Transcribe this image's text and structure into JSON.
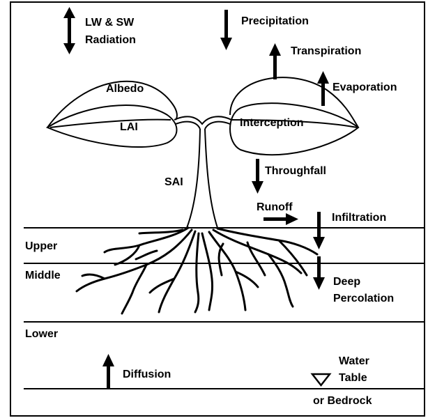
{
  "labels": {
    "radiation_line1": "LW & SW",
    "radiation_line2": "Radiation",
    "precipitation": "Precipitation",
    "transpiration": "Transpiration",
    "evaporation": "Evaporation",
    "albedo": "Albedo",
    "lai": "LAI",
    "interception": "Interception",
    "sai": "SAI",
    "throughfall": "Throughfall",
    "runoff": "Runoff",
    "infiltration": "Infiltration",
    "upper": "Upper",
    "middle": "Middle",
    "deep_line1": "Deep",
    "deep_line2": "Percolation",
    "lower": "Lower",
    "diffusion": "Diffusion",
    "water_line1": "Water",
    "water_line2": "Table",
    "water_line3": "or Bedrock"
  },
  "colors": {
    "ink": "#000000",
    "paper": "#ffffff"
  }
}
